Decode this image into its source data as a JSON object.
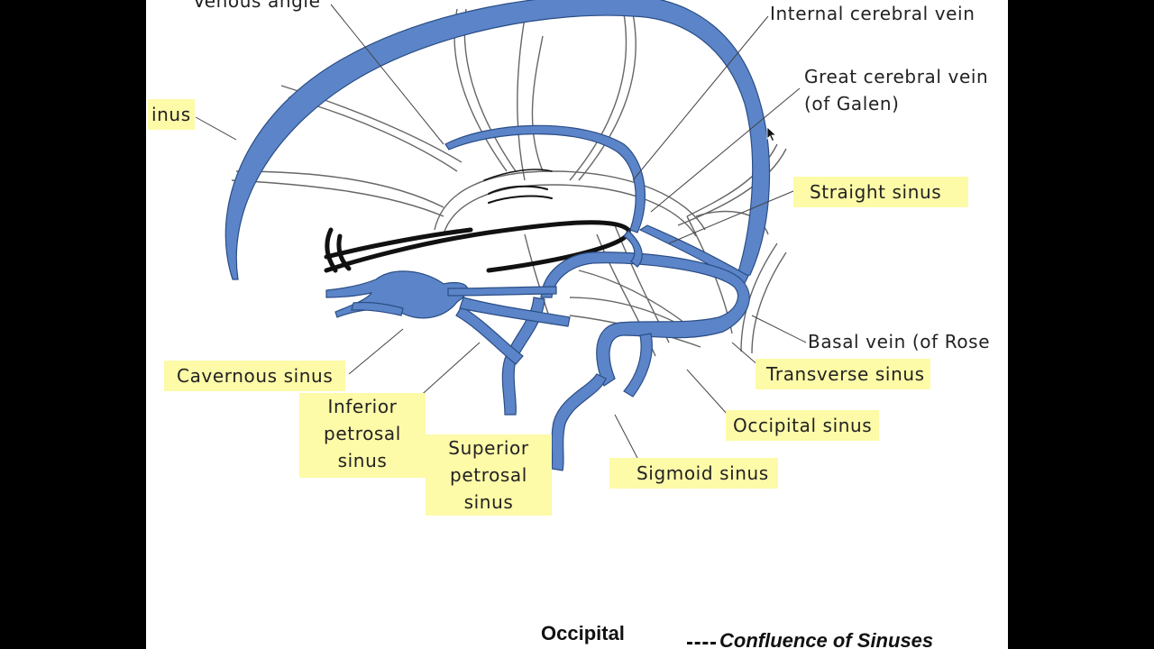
{
  "labels": {
    "venous_angle": "Venous angle",
    "internal_cerebral_vein": "Internal cerebral vein",
    "great_cerebral_vein": "Great cerebral vein\n(of Galen)",
    "inus": "inus",
    "straight_sinus": "Straight sinus",
    "basal_vein": "Basal vein (of Rose",
    "cavernous_sinus": "Cavernous sinus",
    "transverse_sinus": "Transverse sinus",
    "occipital_sinus": "Occipital sinus",
    "inferior_petrosal_sinus": "Inferior\npetrosal\nsinus",
    "superior_petrosal_sinus": "Superior\npetrosal\nsinus",
    "sigmoid_sinus": "Sigmoid sinus"
  },
  "footer": {
    "occipital": "Occipital",
    "confluence": "Confluence of Sinuses"
  },
  "colors": {
    "vein_blue": "#5b85c8",
    "highlight_yellow": "#fdfaa8",
    "background": "#000000",
    "canvas": "#ffffff"
  }
}
